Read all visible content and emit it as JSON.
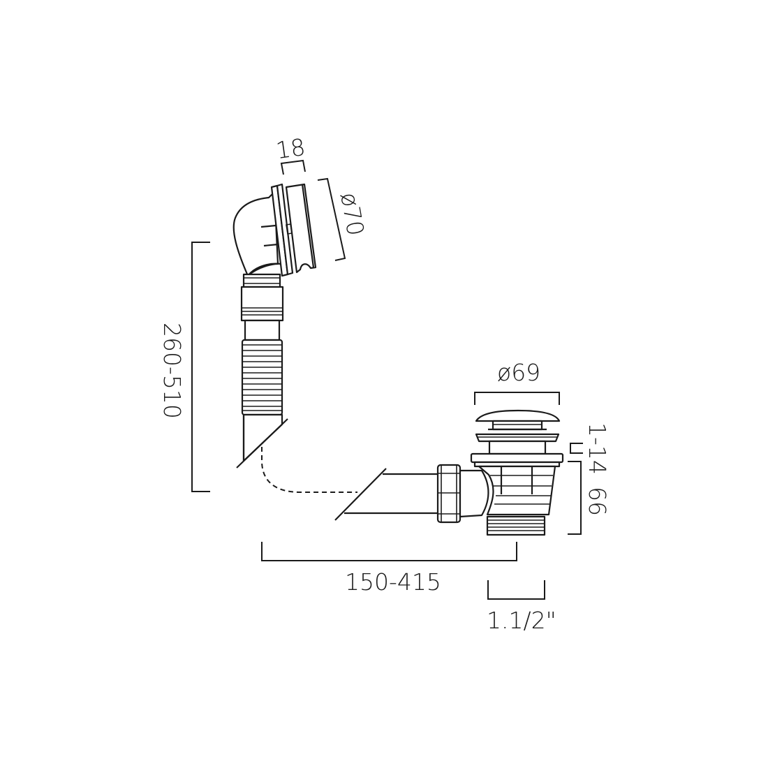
{
  "drawing": {
    "title": "Bath waste and overflow with click-clack plug – technical dimension drawing",
    "colors": {
      "line": "#1a1a1a",
      "background": "#ffffff"
    },
    "dimensions": {
      "overflow_depth": "18",
      "overflow_diameter": "ø70",
      "vertical_extension": "260-510",
      "plug_diameter": "ø69",
      "plug_gap": "1-14",
      "waste_body_height": "66",
      "horizontal_extension": "150-415",
      "thread_size": "1.1/2\""
    }
  }
}
